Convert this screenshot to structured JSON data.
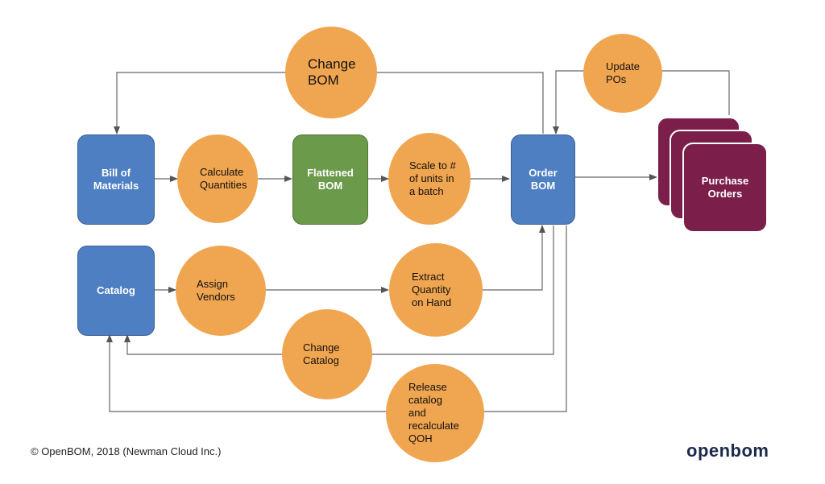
{
  "nodes": {
    "bill_of_materials": "Bill of\nMaterials",
    "calculate_quantities": "Calculate\nQuantities",
    "flattened_bom": "Flattened\nBOM",
    "scale_to_units": "Scale to #\nof units in\na batch",
    "order_bom": "Order\nBOM",
    "purchase_orders": "Purchase\nOrders",
    "change_bom": "Change\nBOM",
    "update_pos": "Update\nPOs",
    "catalog": "Catalog",
    "assign_vendors": "Assign\nVendors",
    "extract_qoh": "Extract\nQuantity\non Hand",
    "change_catalog": "Change\nCatalog",
    "release_catalog": "Release\ncatalog\nand\nrecalculate\nQOH"
  },
  "footer": {
    "copyright": "© OpenBOM, 2018 (Newman Cloud Inc.)",
    "logo": "openbom"
  },
  "colors": {
    "box_blue": "#4f7fc3",
    "box_green": "#6b9a4a",
    "process_orange": "#f0a550",
    "purchase_orders": "#7c1e4a",
    "connector": "#555555"
  }
}
